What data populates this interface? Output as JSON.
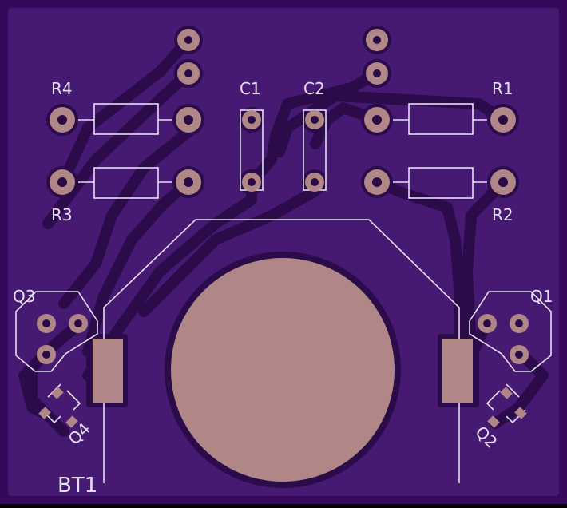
{
  "board": {
    "colors": {
      "background": "#36085c",
      "copper": "#461a72",
      "trace": "#2c0b4b",
      "pad": "#b08786",
      "hole": "#2a0a45",
      "silk": "#e6e0ee"
    }
  },
  "labels": {
    "r4": "R4",
    "r3": "R3",
    "r1": "R1",
    "r2": "R2",
    "c1": "C1",
    "c2": "C2",
    "q1": "Q1",
    "q2": "Q2",
    "q3": "Q3",
    "q4": "Q4",
    "bt1": "BT1"
  }
}
